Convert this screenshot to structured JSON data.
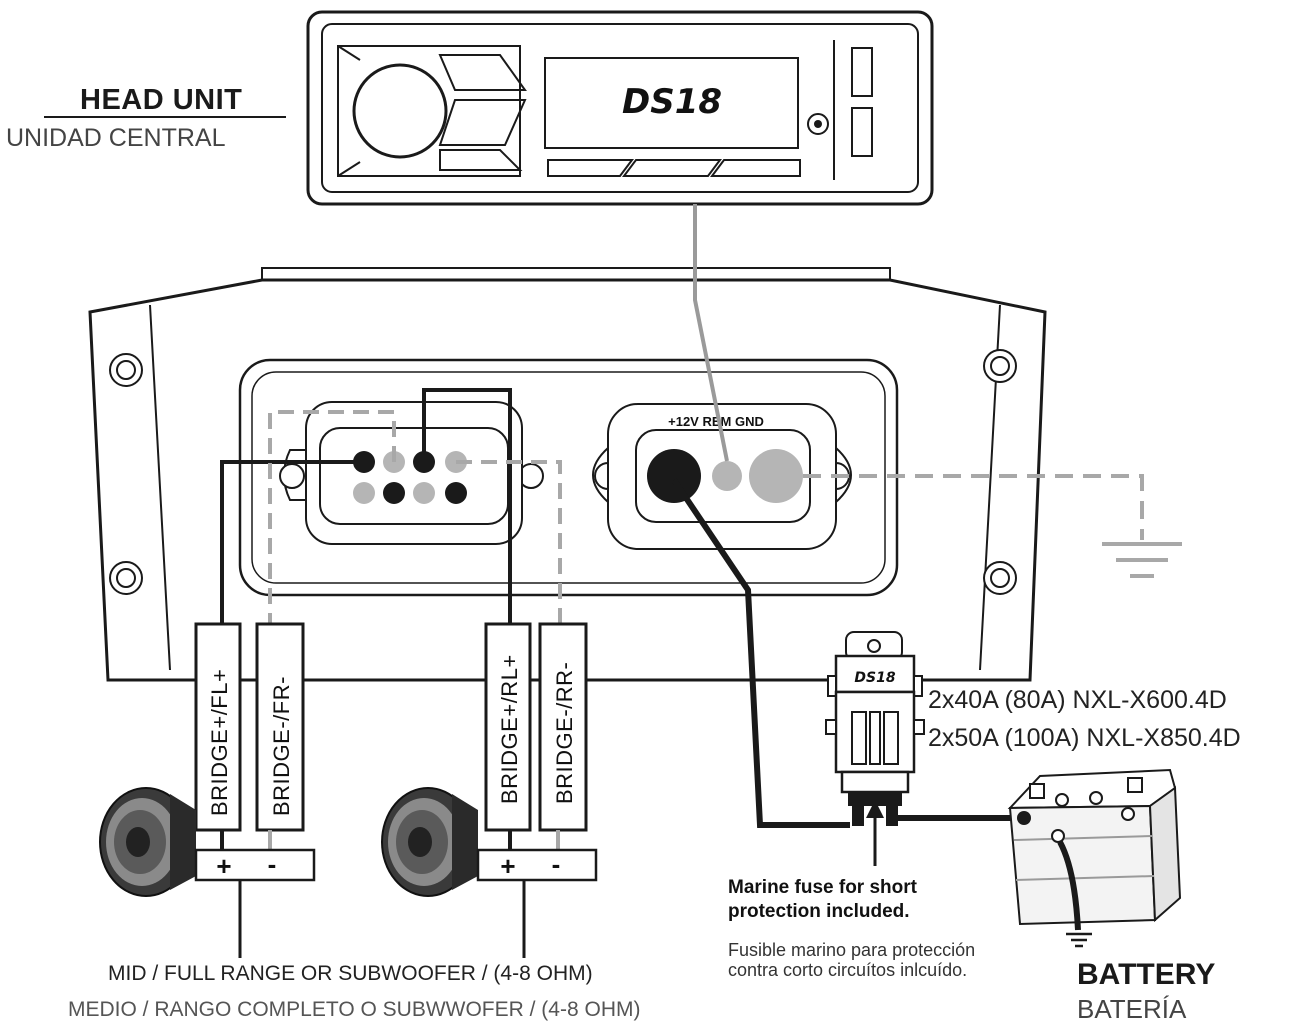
{
  "head_unit": {
    "title": "HEAD UNIT",
    "subtitle": "UNIDAD CENTRAL",
    "brand": "DS18"
  },
  "power_connector": {
    "label": "+12V REM GND"
  },
  "outputs": {
    "ch1": "BRIDGE+/FL+",
    "ch2": "BRIDGE-/FR-",
    "ch3": "BRIDGE+/RL+",
    "ch4": "BRIDGE-/RR-",
    "plus": "+",
    "minus": "-"
  },
  "fuse": {
    "brand": "DS18",
    "rating_1": "2x40A (80A) NXL-X600.4D",
    "rating_2": "2x50A (100A) NXL-X850.4D",
    "note_en_1": "Marine fuse for short",
    "note_en_2": "protection included.",
    "note_es_1": "Fusible marino para protección",
    "note_es_2": "contra corto circuítos inlcuído."
  },
  "battery": {
    "title": "BATTERY",
    "subtitle": "BATERÍA"
  },
  "speakers": {
    "caption": "MID / FULL RANGE OR SUBWOOFER / (4-8 OHM)",
    "caption_es": "MEDIO / RANGO COMPLETO O SUBWWOFER / (4-8 OHM)"
  },
  "colors": {
    "line": "#1a1a1a",
    "remote_wire": "#9a9a9a",
    "ground_dash": "#a8a8a8"
  }
}
